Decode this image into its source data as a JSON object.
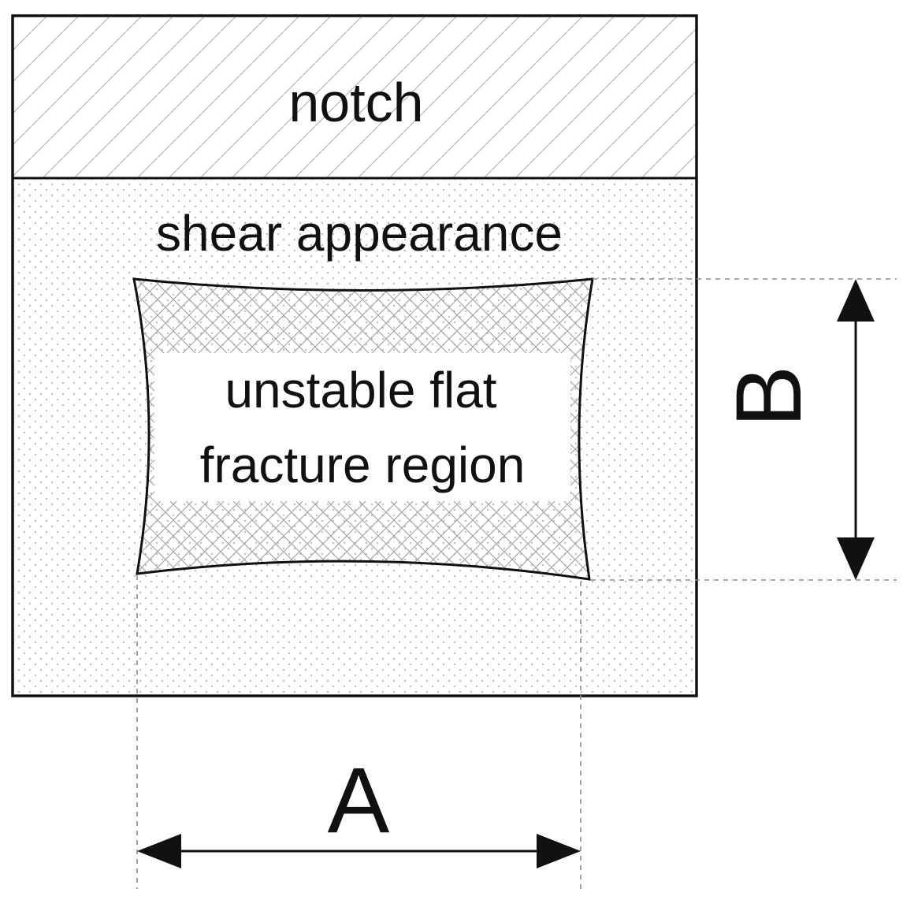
{
  "labels": {
    "notch": "notch",
    "shear": "shear appearance",
    "flat_line1": "unstable flat",
    "flat_line2": "fracture region",
    "dim_a": "A",
    "dim_b": "B"
  },
  "colors": {
    "stroke": "#111111",
    "hatch": "#bdbdbd",
    "dots": "#bdbdbd",
    "cross": "#a9a9a9",
    "dash": "#8a8a8a",
    "background": "#ffffff"
  }
}
